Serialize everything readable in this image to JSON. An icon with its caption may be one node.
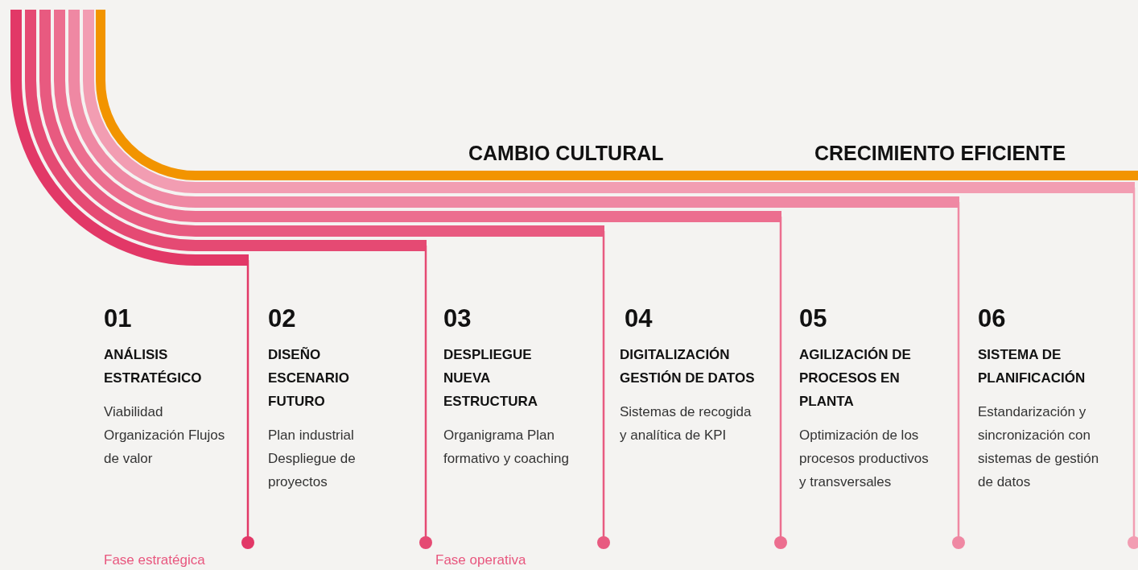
{
  "diagram": {
    "nodes": [
      {
        "text": [
          "01",
          "ANÁLISIS ESTRATÉGICO",
          "Viabilidad Organización Flujos de valor"
        ]
      },
      {
        "text": [
          "02",
          "DISEÑO ESCENARIO FUTURO",
          "Plan industrial Despliegue de proyectos"
        ]
      },
      {
        "text": [
          "03",
          "DESPLIEGUE NUEVA ESTRUCTURA",
          "Organigrama Plan formativo y coaching"
        ]
      },
      {
        "text": [
          "04",
          "DIGITALIZACIÓN GESTIÓN DE DATOS",
          "Sistemas de recogida y analítica de KPI"
        ]
      },
      {
        "text": [
          "05",
          "AGILIZACIÓN DE PROCESOS EN PLANTA",
          "Optimización de los procesos productivos y transversales"
        ]
      },
      {
        "text": [
          "06",
          "SISTEMA DE PLANIFICACIÓN",
          "Estandarización y sincronización con sistemas de gestión de datos"
        ]
      }
    ],
    "labels": [
      "CAMBIO CULTURAL",
      "CRECIMIENTO EFICIENTE",
      "Fase estratégica",
      "Fase operativa"
    ]
  }
}
